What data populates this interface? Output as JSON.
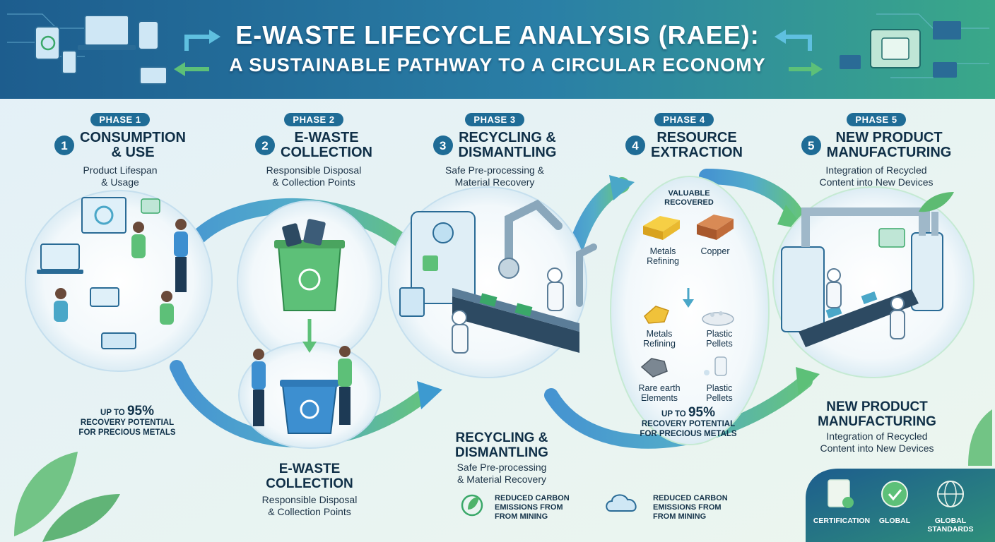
{
  "header": {
    "title_line1": "E-WASTE LIFECYCLE ANALYSIS (RAEE):",
    "title_line2": "A SUSTAINABLE PATHWAY TO A CIRCULAR ECONOMY"
  },
  "phases": [
    {
      "badge": "PHASE 1",
      "number": "1",
      "title_l1": "CONSUMPTION",
      "title_l2": "& USE",
      "sub_l1": "Product Lifespan",
      "sub_l2": "& Usage"
    },
    {
      "badge": "PHASE 2",
      "number": "2",
      "title_l1": "E-WASTE",
      "title_l2": "COLLECTION",
      "sub_l1": "Responsible Disposal",
      "sub_l2": "& Collection Points"
    },
    {
      "badge": "PHASE 3",
      "number": "3",
      "title_l1": "RECYCLING &",
      "title_l2": "DISMANTLING",
      "sub_l1": "Safe Pre-processing &",
      "sub_l2": "Material Recovery"
    },
    {
      "badge": "PHASE 4",
      "number": "4",
      "title_l1": "RESOURCE",
      "title_l2": "EXTRACTION",
      "sub_l1": "",
      "sub_l2": ""
    },
    {
      "badge": "PHASE 5",
      "number": "5",
      "title_l1": "NEW PRODUCT",
      "title_l2": "MANUFACTURING",
      "sub_l1": "Integration of Recycled",
      "sub_l2": "Content into New Devices"
    }
  ],
  "recovery_stat": {
    "prefix": "UP TO ",
    "value": "95%",
    "line2": "RECOVERY POTENTIAL",
    "line3": "FOR PRECIOUS METALS"
  },
  "resources": {
    "header_l1": "VALUABLE",
    "header_l2": "RECOVERED",
    "items": [
      {
        "l1": "Metals",
        "l2": "Refining"
      },
      {
        "l1": "Copper",
        "l2": ""
      },
      {
        "l1": "Metals",
        "l2": "Refining"
      },
      {
        "l1": "Plastic",
        "l2": "Pellets"
      },
      {
        "l1": "Rare earth",
        "l2": "Elements"
      },
      {
        "l1": "Plastic",
        "l2": "Pellets"
      }
    ]
  },
  "repeat": {
    "collection": {
      "l1": "E-WASTE",
      "l2": "COLLECTION",
      "s1": "Responsible Disposal",
      "s2": "& Collection Points"
    },
    "recycling": {
      "l1": "RECYCLING &",
      "l2": "DISMANTLING",
      "s1": "Safe Pre-processing",
      "s2": "& Material Recovery"
    },
    "manufacturing": {
      "l1": "NEW PRODUCT",
      "l2": "MANUFACTURING",
      "s1": "Integration of Recycled",
      "s2": "Content into New Devices"
    }
  },
  "carbon": [
    {
      "l1": "REDUCED CARBON",
      "l2": "EMISSIONS FROM",
      "l3": "FROM MINING"
    },
    {
      "l1": "REDUCED CARBON",
      "l2": "EMISSIONS FROM",
      "l3": "FROM MINING"
    }
  ],
  "badges": [
    {
      "l1": "CERTIFICATION",
      "l2": ""
    },
    {
      "l1": "GLOBAL",
      "l2": ""
    },
    {
      "l1": "GLOBAL",
      "l2": "STANDARDS"
    }
  ],
  "colors": {
    "header_start": "#1d5d8e",
    "header_end": "#3aa889",
    "accent_blue": "#1f6c96",
    "accent_green": "#4fb36a",
    "arrow_blue": "#3d8fd0",
    "arrow_green": "#5dc078"
  },
  "icons": [
    "laptop-icon",
    "tablet-icon",
    "recycle-icon",
    "chip-icon",
    "recycle-bin-icon",
    "robot-arm-icon",
    "conveyor-icon",
    "gold-bar-icon",
    "copper-bar-icon",
    "plastic-pellets-icon",
    "rare-earth-icon",
    "leaf-icon",
    "cloud-icon",
    "certificate-icon",
    "check-shield-icon",
    "globe-icon"
  ]
}
